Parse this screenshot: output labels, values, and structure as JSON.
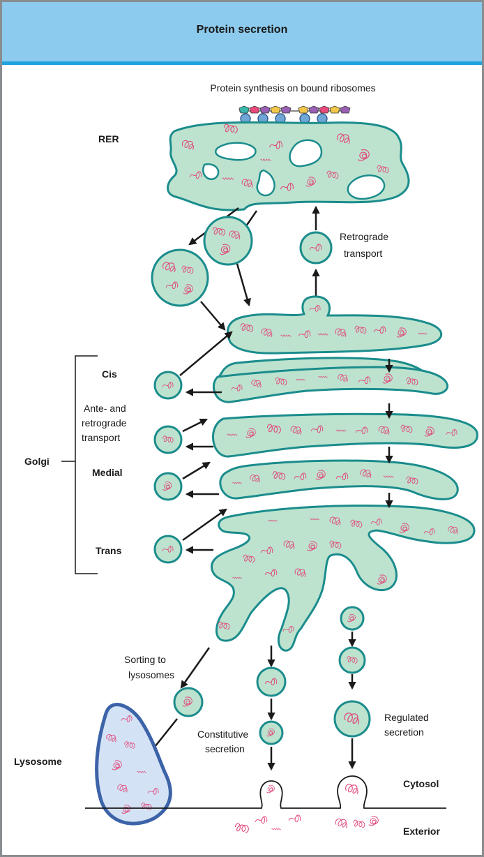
{
  "header": {
    "title": "Protein secretion"
  },
  "labels": {
    "synthesis": "Protein synthesis on bound ribosomes",
    "rer": "RER",
    "retrograde_1": "Retrograde",
    "retrograde_2": "transport",
    "cis": "Cis",
    "ante_1": "Ante- and",
    "ante_2": "retrograde",
    "ante_3": "transport",
    "golgi": "Golgi",
    "medial": "Medial",
    "trans": "Trans",
    "sorting_1": "Sorting to",
    "sorting_2": "lysosomes",
    "lysosome": "Lysosome",
    "constitutive_1": "Constitutive",
    "constitutive_2": "secretion",
    "regulated_1": "Regulated",
    "regulated_2": "secretion",
    "cytosol": "Cytosol",
    "exterior": "Exterior"
  },
  "colors": {
    "organelle_fill": "#bde3cf",
    "organelle_stroke": "#1b8c8c",
    "protein": "#e0487a",
    "lysosome_fill": "#d4e2f5",
    "lysosome_stroke": "#3c63a8",
    "header_bg": "#8ccbee",
    "header_rule": "#1fa3dc"
  }
}
